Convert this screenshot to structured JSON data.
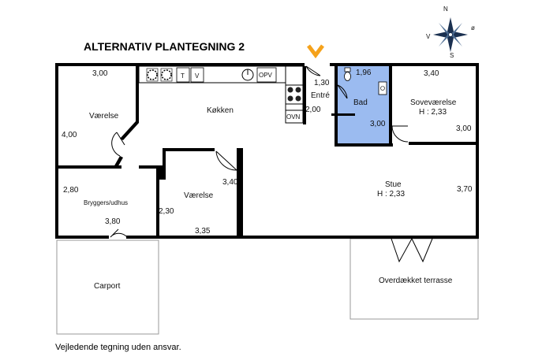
{
  "title": "ALTERNATIV PLANTEGNING 2",
  "footer": "Vejledende tegning uden ansvar.",
  "compass": {
    "north": "N",
    "east": "ø",
    "south": "S",
    "west": "V"
  },
  "rooms": {
    "vaerelse_left": "Værelse",
    "koekken": "Køkken",
    "entre": "Entré",
    "bad": "Bad",
    "sovevaerelse": "Soveværelse",
    "sovevaerelse_height": "H : 2,33",
    "bryggers": "Bryggers/udhus",
    "vaerelse_mid": "Værelse",
    "stue": "Stue",
    "stue_height": "H : 2,33",
    "carport": "Carport",
    "terrasse": "Overdækket terrasse"
  },
  "appliances": {
    "t": "T",
    "v": "V",
    "opv": "OPV",
    "ovn": "OVN"
  },
  "dimensions": {
    "vaerelse_left_w": "3,00",
    "vaerelse_left_h": "4,00",
    "entre_w": "1,30",
    "entre_h": "2,00",
    "bad_w": "1,96",
    "bad_h": "3,00",
    "sove_w": "3,40",
    "sove_h": "3,00",
    "bryggers_h": "2,80",
    "bryggers_w": "3,80",
    "vaerelse_mid_h": "2,30",
    "vaerelse_mid_h2": "3,40",
    "vaerelse_mid_w": "3,35",
    "stue_h": "3,70"
  },
  "colors": {
    "wall": "#000000",
    "bath_fill": "#9bbbf0",
    "entrance_marker": "#f5a21b",
    "window": "#b4b4b4"
  }
}
